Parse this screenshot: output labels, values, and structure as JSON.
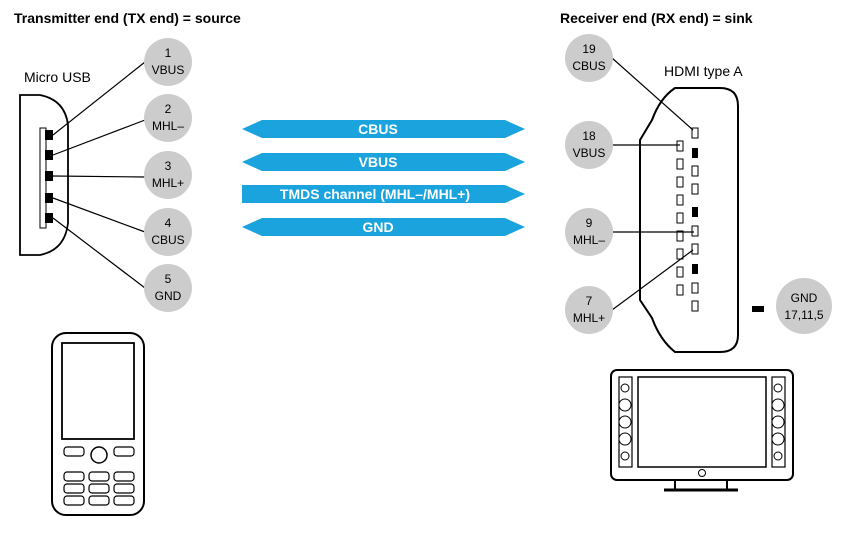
{
  "headings": {
    "tx": "Transmitter end (TX end) = source",
    "rx": "Receiver end (RX end) = sink"
  },
  "connectors": {
    "micro_usb": "Micro USB",
    "hdmi": "HDMI type A"
  },
  "tx_pins": [
    {
      "num": "1",
      "name": "VBUS"
    },
    {
      "num": "2",
      "name": "MHL–"
    },
    {
      "num": "3",
      "name": "MHL+"
    },
    {
      "num": "4",
      "name": "CBUS"
    },
    {
      "num": "5",
      "name": "GND"
    }
  ],
  "rx_pins": [
    {
      "num": "19",
      "name": "CBUS"
    },
    {
      "num": "18",
      "name": "VBUS"
    },
    {
      "num": "9",
      "name": "MHL–"
    },
    {
      "num": "7",
      "name": "MHL+"
    }
  ],
  "gnd_pin": {
    "name": "GND",
    "nums": "17,11,5"
  },
  "arrows": [
    "CBUS",
    "VBUS",
    "TMDS channel (MHL–/MHL+)",
    "GND"
  ],
  "colors": {
    "arrow": "#1aa3dd",
    "bubble": "#cccccc"
  }
}
